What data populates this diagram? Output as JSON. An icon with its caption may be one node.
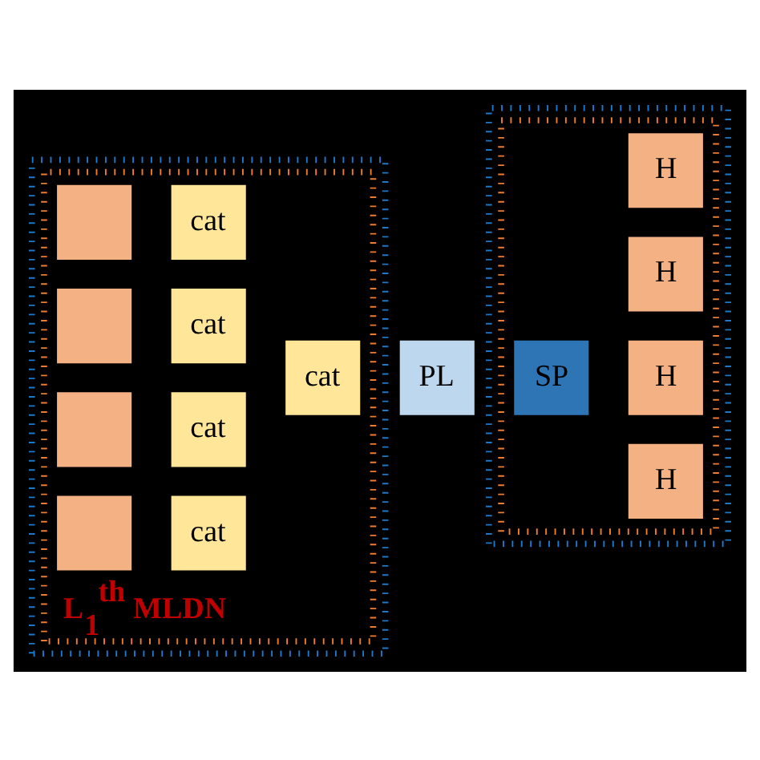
{
  "diagram": {
    "nodes": [
      {
        "text": [],
        "shape": "box"
      },
      {
        "text": [
          "L$_{1}$$^{th}$ MLDN"
        ],
        "in": 0
      },
      {
        "text": [],
        "shape": "box",
        "in": 1
      },
      {
        "text": [
          "cat"
        ],
        "in": 1
      },
      {
        "text": [],
        "shape": "box",
        "in": 1
      },
      {
        "text": [
          "cat"
        ],
        "in": 1
      },
      {
        "text": [
          "cat"
        ],
        "in": 1
      },
      {
        "text": [],
        "shape": "box",
        "in": 1
      },
      {
        "text": [
          "cat"
        ],
        "in": 1
      },
      {
        "text": [],
        "shape": "box",
        "in": 1
      },
      {
        "text": [
          "cat"
        ],
        "in": 1
      },
      {
        "text": [
          "PL"
        ]
      },
      {
        "text": [],
        "shape": "box"
      },
      {
        "text": [],
        "shape": "box",
        "in": 12
      },
      {
        "text": [
          "SP"
        ],
        "in": 13
      },
      {
        "text": [
          "H"
        ],
        "in": 13
      },
      {
        "text": [
          "H"
        ],
        "in": 13
      },
      {
        "text": [
          "H"
        ],
        "in": 13
      },
      {
        "text": [
          "H"
        ],
        "in": 13
      }
    ],
    "edges": []
  }
}
